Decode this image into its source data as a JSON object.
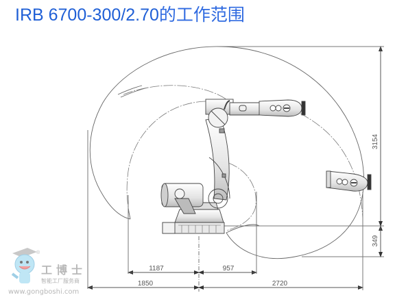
{
  "title": {
    "model": "IRB 6700-300/2.70",
    "suffix": "的工作范围"
  },
  "dimensions": {
    "horizontal_inner_left": "1187",
    "horizontal_inner_right": "957",
    "horizontal_outer_left": "1850",
    "horizontal_outer_right": "2720",
    "vertical_main": "3154",
    "vertical_base": "349"
  },
  "watermark": {
    "brand": "工博士",
    "tagline": "智能工厂服务商",
    "url": "www.gongboshi.com",
    "registered": "®"
  },
  "colors": {
    "title": "#1f5fd6",
    "lines": "#555555",
    "robot": "#444444"
  }
}
